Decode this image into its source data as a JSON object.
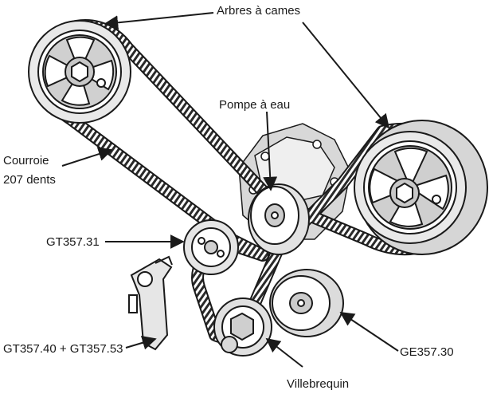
{
  "labels": {
    "camshafts": "Arbres à cames",
    "water_pump": "Pompe à eau",
    "belt_line1": "Courroie",
    "belt_line2": "207 dents",
    "idler_gt35731": "GT357.31",
    "tensioner_gt": "GT357.40 + GT357.53",
    "tensioner_ge": "GE357.30",
    "crankshaft": "Villebrequin"
  },
  "colors": {
    "ink": "#1a1a1a",
    "metal_light": "#e9e9e9",
    "metal_mid": "#c8c8c8",
    "metal_dark": "#8a8a8a",
    "paper": "#ffffff"
  }
}
